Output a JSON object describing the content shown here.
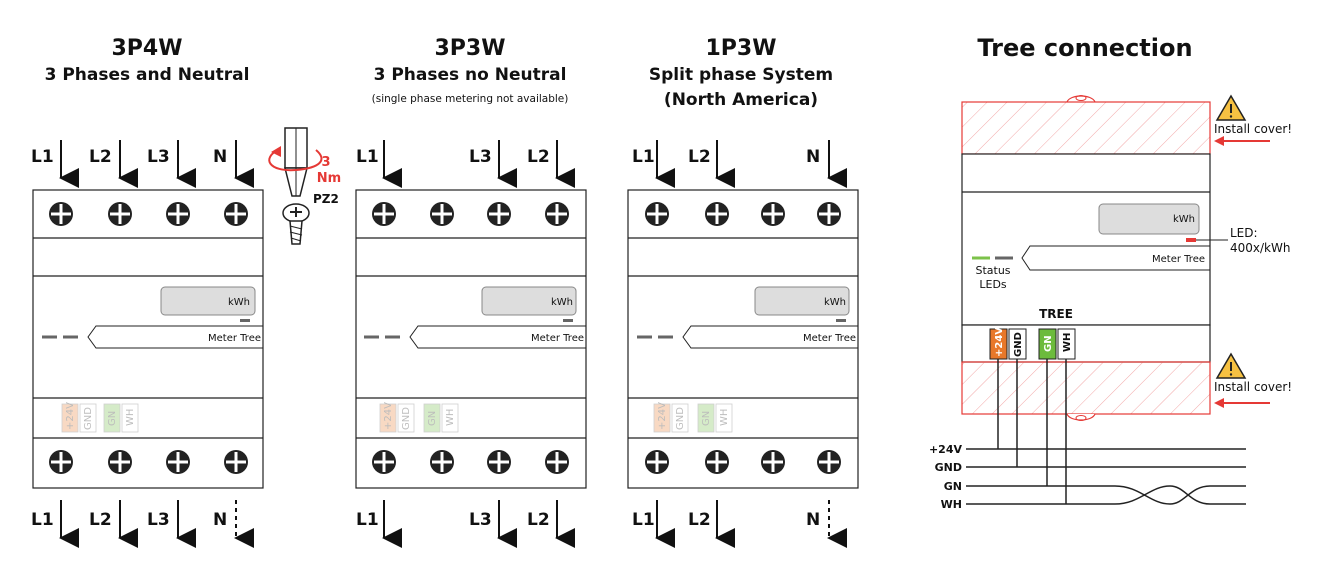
{
  "diagrams": [
    {
      "code": "3P4W",
      "subtitle": "3 Phases and Neutral",
      "note": "",
      "top_labels": [
        "L1",
        "L2",
        "L3",
        "N"
      ],
      "bottom_labels": [
        "L1",
        "L2",
        "L3",
        "N"
      ],
      "display_unit": "kWh",
      "strip_label": "Meter Tree",
      "terminal_labels": [
        "+24V",
        "GND",
        "GN",
        "WH"
      ]
    },
    {
      "code": "3P3W",
      "subtitle": "3 Phases no Neutral",
      "note": "(single phase metering not available)",
      "top_labels": [
        "L1",
        "",
        "L3",
        "L2"
      ],
      "bottom_labels": [
        "L1",
        "",
        "L3",
        "L2"
      ],
      "display_unit": "kWh",
      "strip_label": "Meter Tree",
      "terminal_labels": [
        "+24V",
        "GND",
        "GN",
        "WH"
      ]
    },
    {
      "code": "1P3W",
      "subtitle": "Split phase System",
      "subtitle2": "(North America)",
      "top_labels": [
        "L1",
        "L2",
        "",
        "N"
      ],
      "bottom_labels": [
        "L1",
        "L2",
        "",
        "N"
      ],
      "display_unit": "kWh",
      "strip_label": "Meter Tree",
      "terminal_labels": [
        "+24V",
        "GND",
        "GN",
        "WH"
      ]
    }
  ],
  "torque": {
    "value": "3",
    "unit": "Nm",
    "bit": "PZ2"
  },
  "tree": {
    "title": "Tree connection",
    "warning_label": "Install cover!",
    "led_label": "LED:",
    "led_rate": "400x/kWh",
    "status_label_1": "Status",
    "status_label_2": "LEDs",
    "display_unit": "kWh",
    "strip_label": "Meter Tree",
    "section_label": "TREE",
    "terminals": [
      "+24V",
      "GND",
      "GN",
      "WH"
    ],
    "bus_lines": [
      "+24V",
      "GND",
      "GN",
      "WH"
    ]
  },
  "colors": {
    "terminal_24v": "#e8782a",
    "terminal_gnd": "#ffffff",
    "terminal_gn": "#6cbb3c",
    "terminal_wh": "#ffffff",
    "warning_red": "#e53935",
    "status_green": "#7cc24a",
    "led_red": "#e53935"
  }
}
